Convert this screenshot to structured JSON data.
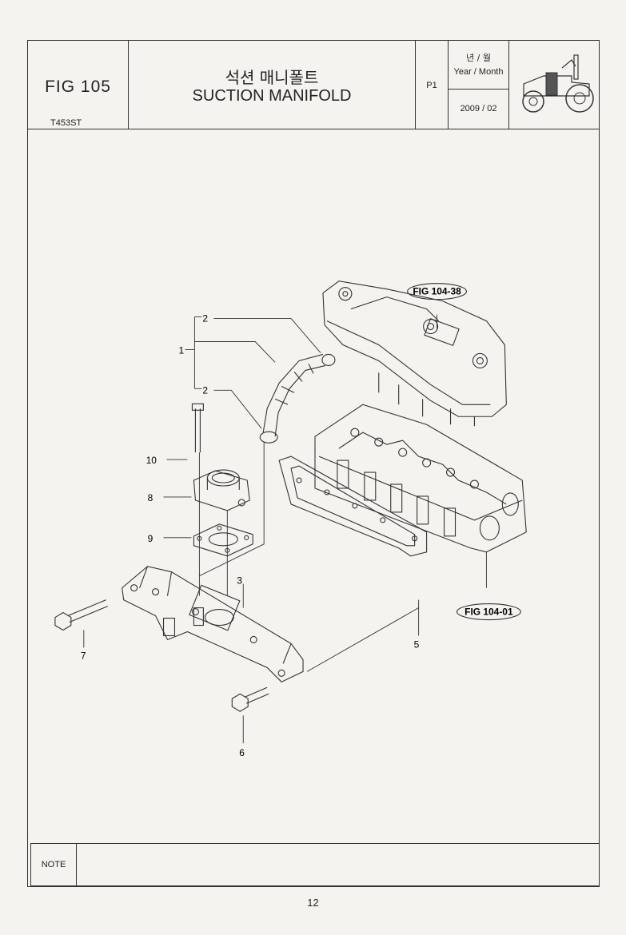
{
  "header": {
    "fig_number": "FIG 105",
    "model": "T453ST",
    "title_korean": "석션 매니폴트",
    "title_english": "SUCTION MANIFOLD",
    "page_code": "P1",
    "year_month_korean": "년 / 월",
    "year_month_english": "Year / Month",
    "date": "2009 / 02"
  },
  "callouts": {
    "fig_104_38": "FIG 104-38",
    "fig_104_01": "FIG 104-01",
    "part_1": "1",
    "part_2a": "2",
    "part_2b": "2",
    "part_3": "3",
    "part_5": "5",
    "part_6": "6",
    "part_7": "7",
    "part_8": "8",
    "part_9": "9",
    "part_10": "10"
  },
  "footer": {
    "note_label": "NOTE",
    "page_number": "12"
  }
}
